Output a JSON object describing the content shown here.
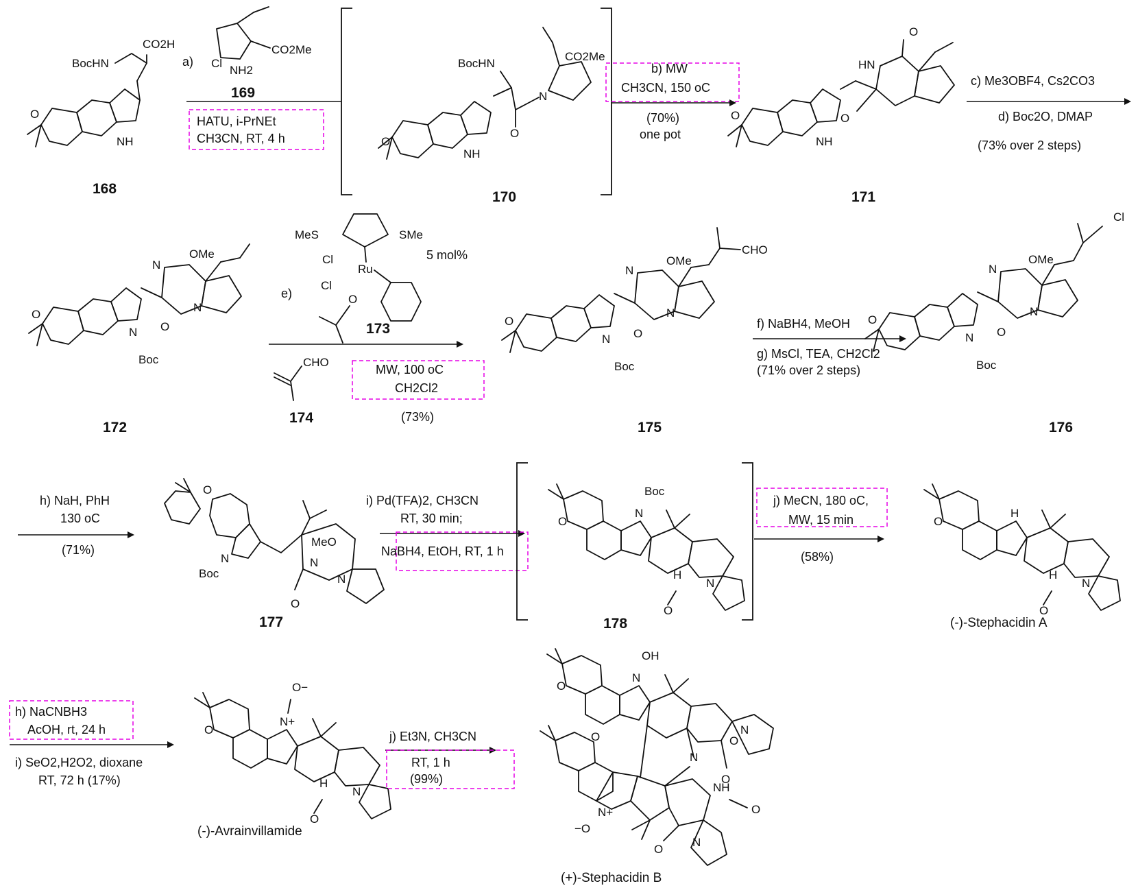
{
  "compounds": {
    "c168": "168",
    "c169": "169",
    "c170": "170",
    "c171": "171",
    "c172": "172",
    "c173": "173",
    "c174": "174",
    "c175": "175",
    "c176": "176",
    "c177": "177",
    "c178": "178",
    "stephacidinA": "(-)-Stephacidin A",
    "avrainvillamide": "(-)-Avrainvillamide",
    "stephacidinB": "(+)-Stephacidin B"
  },
  "steps": {
    "a_label": "a)",
    "a_cond1": "HATU, i-PrNEt",
    "a_cond2": "CH3CN, RT, 4 h",
    "b_cond1": "b) MW",
    "b_cond2": "CH3CN, 150 oC",
    "b_yield": "(70%)",
    "b_note": "one pot",
    "c_cond": "c) Me3OBF4, Cs2CO3",
    "d_cond": "d) Boc2O, DMAP",
    "cd_yield": "(73% over 2 steps)",
    "e_label": "e)",
    "e_cat": "5 mol%",
    "e_cond1": "MW, 100 oC",
    "e_cond2": "CH2Cl2",
    "e_yield": "(73%)",
    "f_cond": "f) NaBH4, MeOH",
    "g_cond1": "g) MsCl, TEA, CH2Cl2",
    "g_cond2": "(71% over 2 steps)",
    "h_cond1": "h) NaH, PhH",
    "h_cond2": "130 oC",
    "h_yield": "(71%)",
    "i_cond1": "i) Pd(TFA)2, CH3CN",
    "i_cond2": "RT, 30 min;",
    "i_cond3": "NaBH4, EtOH, RT, 1 h",
    "j_cond1": "j) MeCN, 180 oC,",
    "j_cond2": "MW, 15 min",
    "j_yield": "(58%)",
    "h2_cond1": "h) NaCNBH3",
    "h2_cond2": "AcOH, rt, 24 h",
    "i2_cond1": "i) SeO2,H2O2, dioxane",
    "i2_cond2": "RT, 72 h (17%)",
    "j2_cond1": "j) Et3N, CH3CN",
    "j2_cond2": "RT, 1 h",
    "j2_yield": "(99%)"
  },
  "atoms": {
    "BocHN": "BocHN",
    "CO2H": "CO2H",
    "CO2Me": "CO2Me",
    "NH": "NH",
    "H": "H",
    "N": "N",
    "O": "O",
    "HN": "HN",
    "OMe": "OMe",
    "Boc": "Boc",
    "MeS": "MeS",
    "SMe": "SMe",
    "Cl": "Cl",
    "Ru": "Ru",
    "CHO": "CHO",
    "MeO": "MeO",
    "OH": "OH",
    "Nplus": "N+",
    "Ominus": "O−",
    "Ominus2": "−O",
    "NH2": "NH2",
    "ClMinus": "Cl"
  },
  "accent": "#e600e6"
}
